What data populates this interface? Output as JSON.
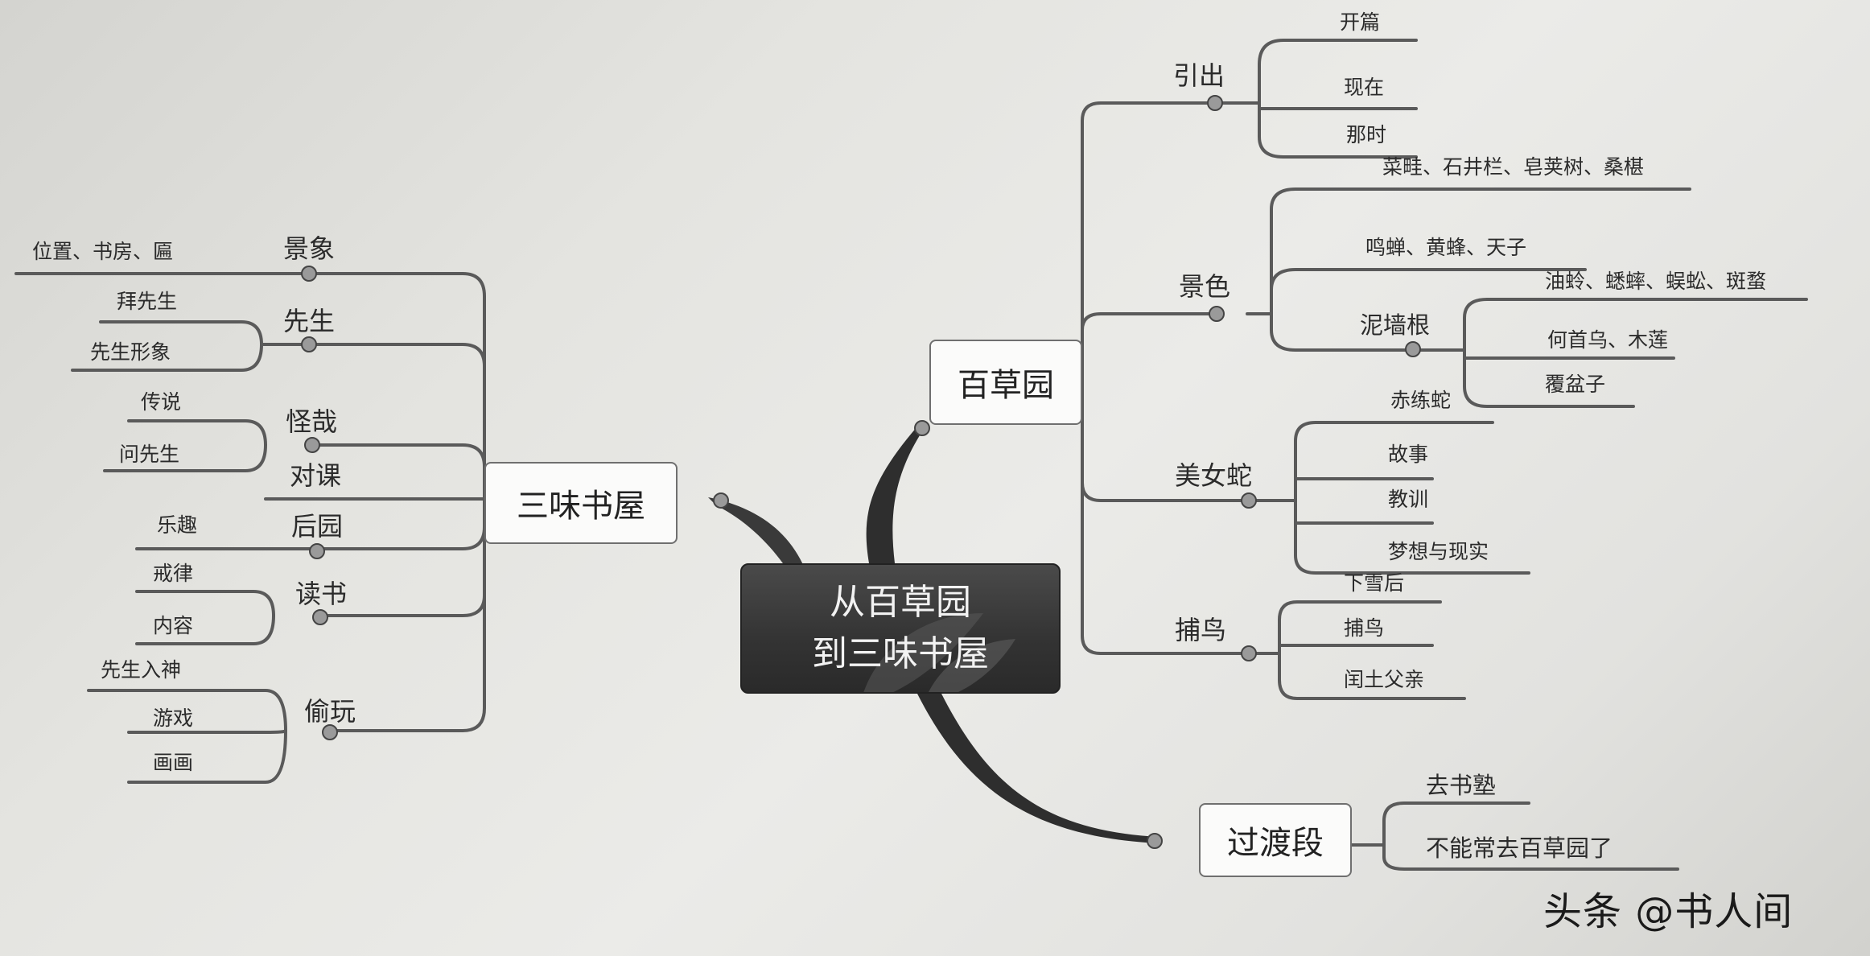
{
  "center": {
    "line1": "从百草园",
    "line2": "到三味书屋"
  },
  "baicaoyuan": {
    "title": "百草园",
    "yinchu": {
      "label": "引出",
      "items": [
        "开篇",
        "现在",
        "那时"
      ]
    },
    "jingse": {
      "label": "景色",
      "items": [
        "菜畦、石井栏、皂荚树、桑椹",
        "鸣蝉、黄蜂、天子"
      ],
      "niqianggen": {
        "label": "泥墙根",
        "items": [
          "油蛉、蟋蟀、蜈蚣、斑蝥",
          "何首乌、木莲",
          "覆盆子"
        ]
      }
    },
    "meinvshe": {
      "label": "美女蛇",
      "items": [
        "赤练蛇",
        "故事",
        "教训",
        "梦想与现实"
      ]
    },
    "buniao": {
      "label": "捕鸟",
      "items": [
        "下雪后",
        "捕鸟",
        "闰土父亲"
      ]
    }
  },
  "sanweishuwu": {
    "title": "三味书屋",
    "jingxiang": {
      "label": "景象",
      "items": [
        "位置、书房、匾"
      ]
    },
    "xiansheng": {
      "label": "先生",
      "items": [
        "拜先生",
        "先生形象"
      ]
    },
    "guaizai": {
      "label": "怪哉",
      "items": [
        "传说",
        "问先生"
      ]
    },
    "duike": {
      "label": "对课"
    },
    "houyuan": {
      "label": "后园",
      "items": [
        "乐趣"
      ]
    },
    "dushu": {
      "label": "读书",
      "items": [
        "戒律",
        "内容"
      ]
    },
    "touwan": {
      "label": "偷玩",
      "items": [
        "先生入神",
        "游戏",
        "画画"
      ]
    }
  },
  "guoduduan": {
    "title": "过渡段",
    "items": [
      "去书塾",
      "不能常去百草园了"
    ]
  },
  "watermark": "头条 @书人间",
  "colors": {
    "line": "#5a5a5a",
    "center_bg": "#333333",
    "box_border": "#6f6f6f"
  }
}
